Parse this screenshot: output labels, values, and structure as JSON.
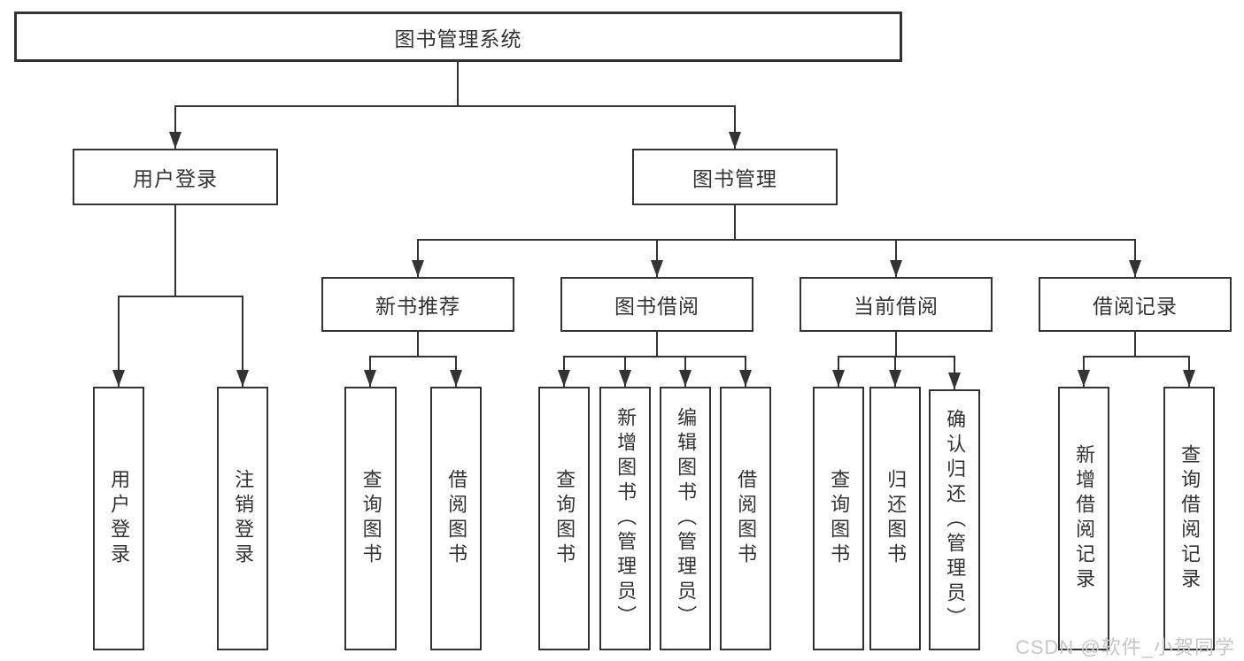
{
  "tree": {
    "label": "图书管理系统",
    "children": [
      {
        "label": "用户登录",
        "children": [
          {
            "label": "用户登录"
          },
          {
            "label": "注销登录"
          }
        ]
      },
      {
        "label": "图书管理",
        "children": [
          {
            "label": "新书推荐",
            "children": [
              {
                "label": "查询图书"
              },
              {
                "label": "借阅图书"
              }
            ]
          },
          {
            "label": "图书借阅",
            "children": [
              {
                "label": "查询图书"
              },
              {
                "label": "新增图书（管理员）"
              },
              {
                "label": "编辑图书（管理员）"
              },
              {
                "label": "借阅图书"
              }
            ]
          },
          {
            "label": "当前借阅",
            "children": [
              {
                "label": "查询图书"
              },
              {
                "label": "归还图书"
              },
              {
                "label": "确认归还（管理员）"
              }
            ]
          },
          {
            "label": "借阅记录",
            "children": [
              {
                "label": "新增借阅记录"
              },
              {
                "label": "查询借阅记录"
              }
            ]
          }
        ]
      }
    ]
  },
  "watermark": "CSDN @软件_小贺同学",
  "colors": {
    "line": "#333333",
    "text": "#333333",
    "background": "#ffffff",
    "watermark": "#c6c6c6"
  }
}
